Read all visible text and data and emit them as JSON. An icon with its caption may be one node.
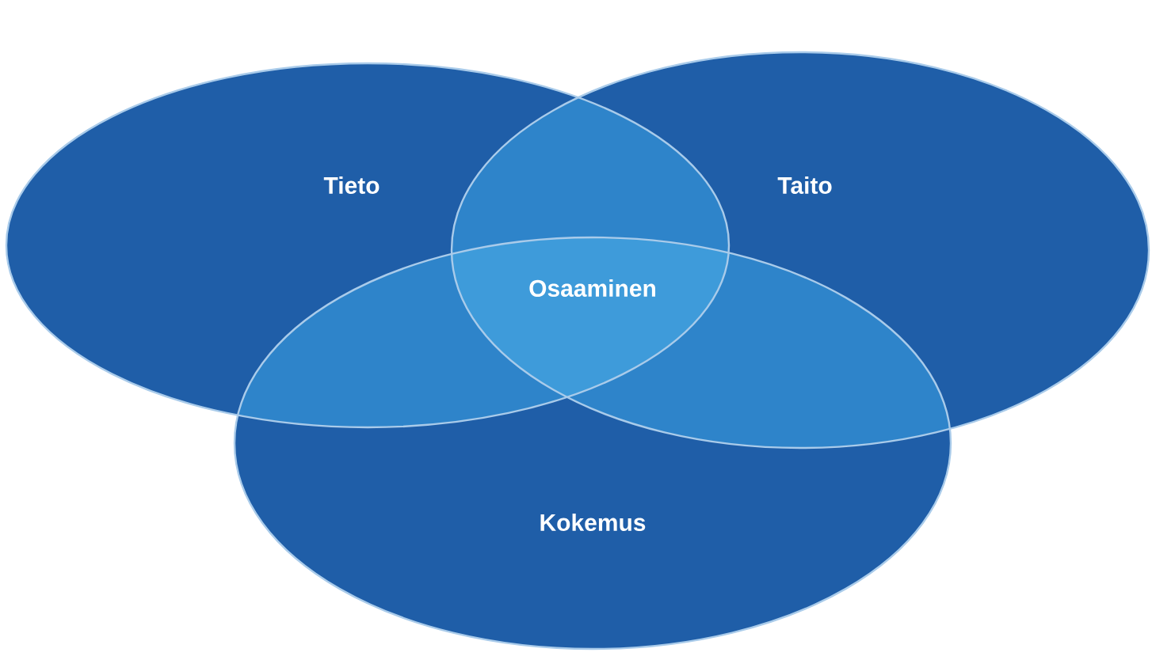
{
  "diagram": {
    "nodes": [
      {
        "text": [
          "Tieto"
        ]
      },
      {
        "text": [
          "Taito"
        ]
      },
      {
        "text": [
          "Kokemus"
        ]
      }
    ],
    "labels": [
      "Osaaminen"
    ]
  }
}
